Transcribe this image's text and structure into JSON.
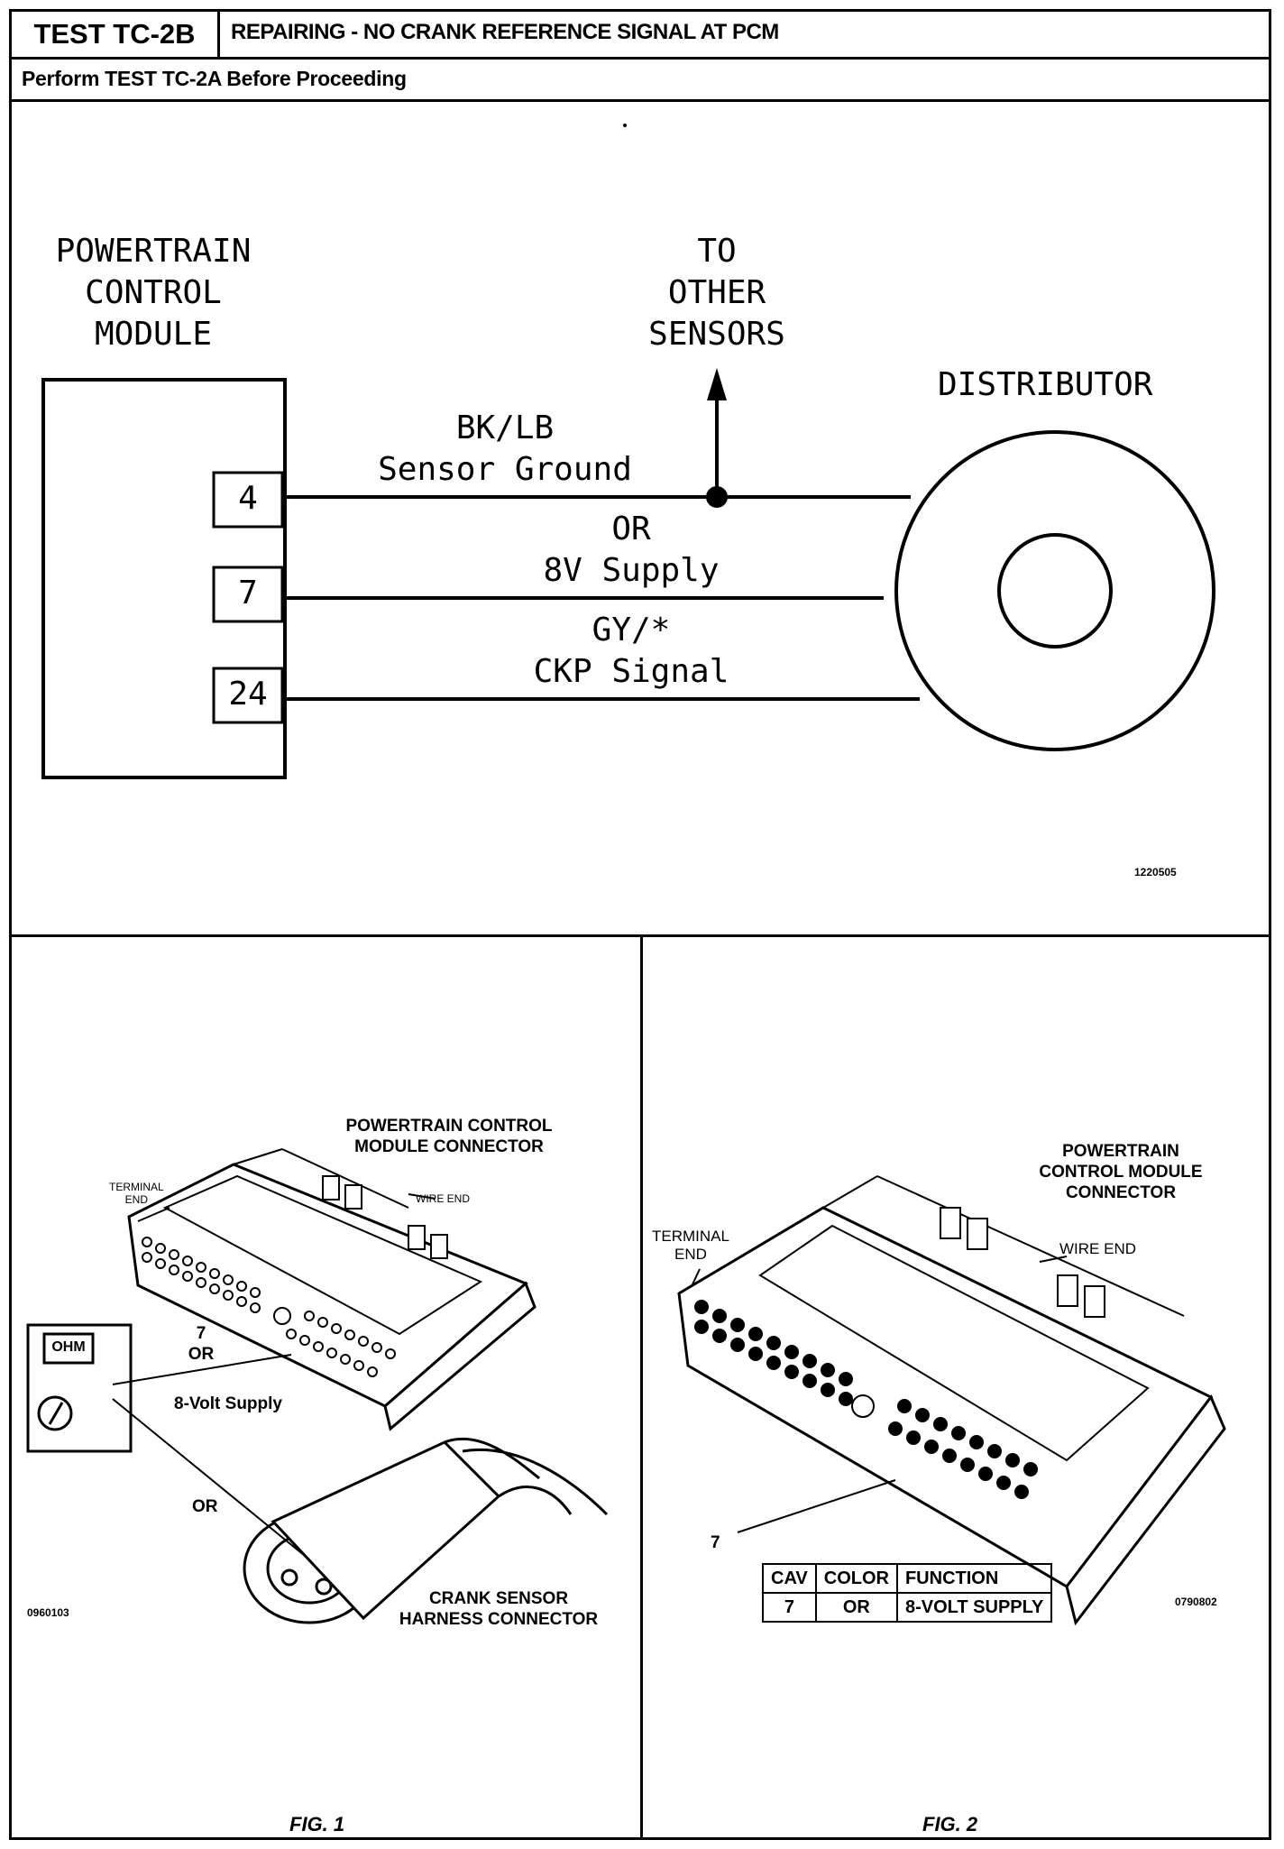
{
  "header": {
    "test_id": "TEST TC-2B",
    "title": "REPAIRING - NO CRANK REFERENCE SIGNAL AT PCM",
    "subtitle": "Perform TEST TC-2A Before Proceeding"
  },
  "schematic": {
    "pcm_label": [
      "POWERTRAIN",
      "CONTROL",
      "MODULE"
    ],
    "other_label": [
      "TO",
      "OTHER",
      "SENSORS"
    ],
    "distributor_label": "DISTRIBUTOR",
    "pins": [
      "4",
      "7",
      "24"
    ],
    "wires": [
      {
        "color": "BK/LB",
        "name": "Sensor Ground"
      },
      {
        "color": "OR",
        "name": "8V Supply"
      },
      {
        "color": "GY/*",
        "name": "CKP Signal"
      }
    ],
    "figure_number": "1220505"
  },
  "fig1": {
    "connector_label": [
      "POWERTRAIN CONTROL",
      "MODULE CONNECTOR"
    ],
    "terminal_end": [
      "TERMINAL",
      "END"
    ],
    "wire_end": "WIRE END",
    "pin_label": [
      "7",
      "OR"
    ],
    "supply_label": "8-Volt Supply",
    "or_label": "OR",
    "harness_label": [
      "CRANK SENSOR",
      "HARNESS CONNECTOR"
    ],
    "meter_display": "OHM",
    "image_number": "0960103",
    "caption": "FIG. 1"
  },
  "fig2": {
    "connector_label": [
      "POWERTRAIN",
      "CONTROL MODULE",
      "CONNECTOR"
    ],
    "terminal_end": [
      "TERMINAL",
      "END"
    ],
    "wire_end": "WIRE END",
    "pin_number": "7",
    "table": {
      "headers": [
        "CAV",
        "COLOR",
        "FUNCTION"
      ],
      "rows": [
        [
          "7",
          "OR",
          "8-VOLT SUPPLY"
        ]
      ]
    },
    "image_number": "0790802",
    "caption": "FIG. 2"
  }
}
